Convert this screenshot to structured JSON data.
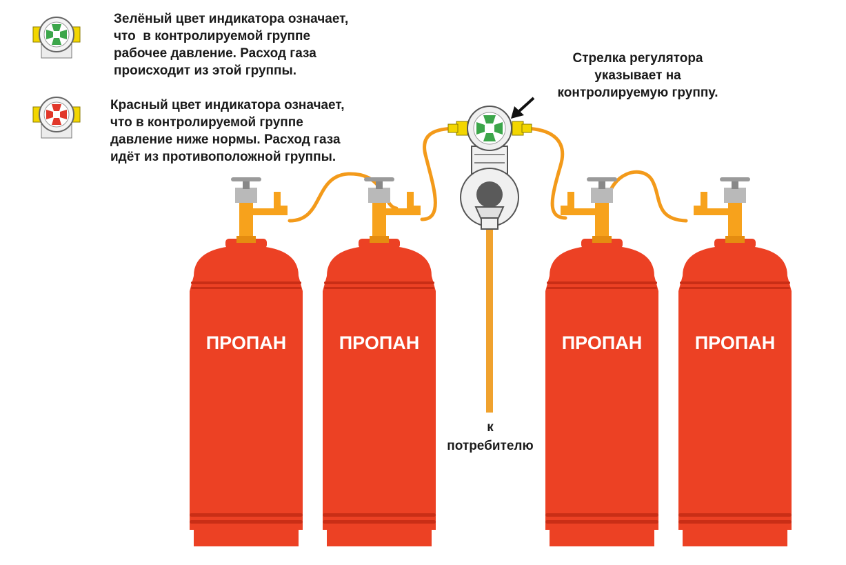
{
  "legend": {
    "green_text": "Зелёный цвет индикатора означает,\nчто  в контролируемой группе\nрабочее давление. Расход газа\nпроисходит из этой группы.",
    "red_text": "Красный цвет индикатора означает,\nчто в контролируемой группе\nдавление ниже нормы. Расход газа\nидёт из противоположной группы."
  },
  "regulator": {
    "arrow_note": "Стрелка регулятора\nуказывает на\nконтролируемую группу."
  },
  "outlet": {
    "label": "к\nпотребителю"
  },
  "cylinders": [
    {
      "label": "ПРОПАН"
    },
    {
      "label": "ПРОПАН"
    },
    {
      "label": "ПРОПАН"
    },
    {
      "label": "ПРОПАН"
    }
  ],
  "colors": {
    "cylinder": "#ec4124",
    "cylinder_dark": "#c92e16",
    "valve": "#f7a21c",
    "hose": "#f39a1a",
    "indicator_green": "#3ca64a",
    "indicator_red": "#e1372a",
    "regulator_body": "#f0f0f0",
    "regulator_outline": "#555555",
    "fitting_yellow": "#f3d600"
  },
  "icons": {
    "green_indicator": "green-indicator-icon",
    "red_indicator": "red-indicator-icon",
    "pointer_arrow": "pointer-arrow-icon"
  }
}
